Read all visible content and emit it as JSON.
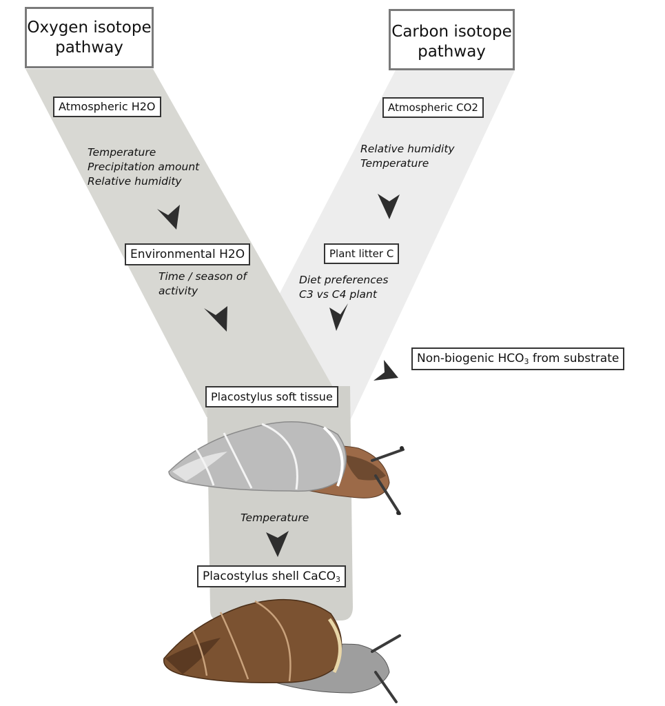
{
  "titles": {
    "oxygen": [
      "Oxygen isotope",
      "pathway"
    ],
    "carbon": [
      "Carbon isotope",
      "pathway"
    ]
  },
  "nodes": {
    "atmospheric_h2o": {
      "pre": "Atmospheric H",
      "sub": "2",
      "post": "O"
    },
    "atmospheric_co2": "Atmospheric CO2",
    "environmental_h2o": {
      "pre": "Environmental H",
      "sub": "2",
      "post": "O"
    },
    "plant_litter": "Plant litter C",
    "non_biogenic": {
      "pre": "Non-biogenic HCO",
      "sub": "3",
      "post": " from substrate"
    },
    "soft_tissue": "Placostylus soft tissue",
    "shell": {
      "pre": "Placostylus shell CaCO",
      "sub": "3",
      "post": ""
    }
  },
  "factors": {
    "oxygen_atm": [
      "Temperature",
      "Precipitation amount",
      "Relative humidity"
    ],
    "carbon_atm": [
      "Relative humidity",
      "Temperature"
    ],
    "oxygen_env": [
      "Time / season of",
      "activity"
    ],
    "carbon_diet": [
      "Diet preferences",
      "C3 vs C4 plant"
    ],
    "tissue_to_shell": "Temperature"
  },
  "colors": {
    "oxygen_band": "#d6d6d1",
    "carbon_band": "#ececec",
    "trunk": "#cfcfca",
    "arrow": "#2e2e2e",
    "shell_grey": "#bdbdbd",
    "shell_brown": "#7a5230",
    "snail_body_brown": "#9a6a4a",
    "snail_body_grey": "#9c9c9c"
  }
}
